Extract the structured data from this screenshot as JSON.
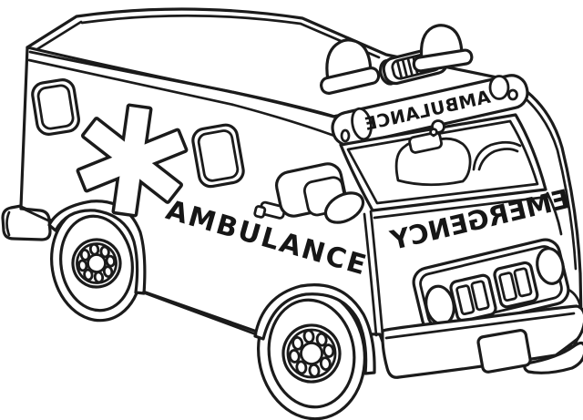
{
  "artwork": {
    "subject": "Ambulance coloring-page line drawing, three-quarter front-left view",
    "background_color": "#ffffff",
    "line_color": "#1b1b1b",
    "side_text": "AMBULANCE",
    "lightbar_text": "AMBULANCE",
    "lightbar_text_mirrored": true,
    "hood_text": "EMERGENCY",
    "hood_text_mirrored": true,
    "emblem": "star-of-life",
    "beacon_count": 2,
    "visible_wheel_count": 2
  }
}
